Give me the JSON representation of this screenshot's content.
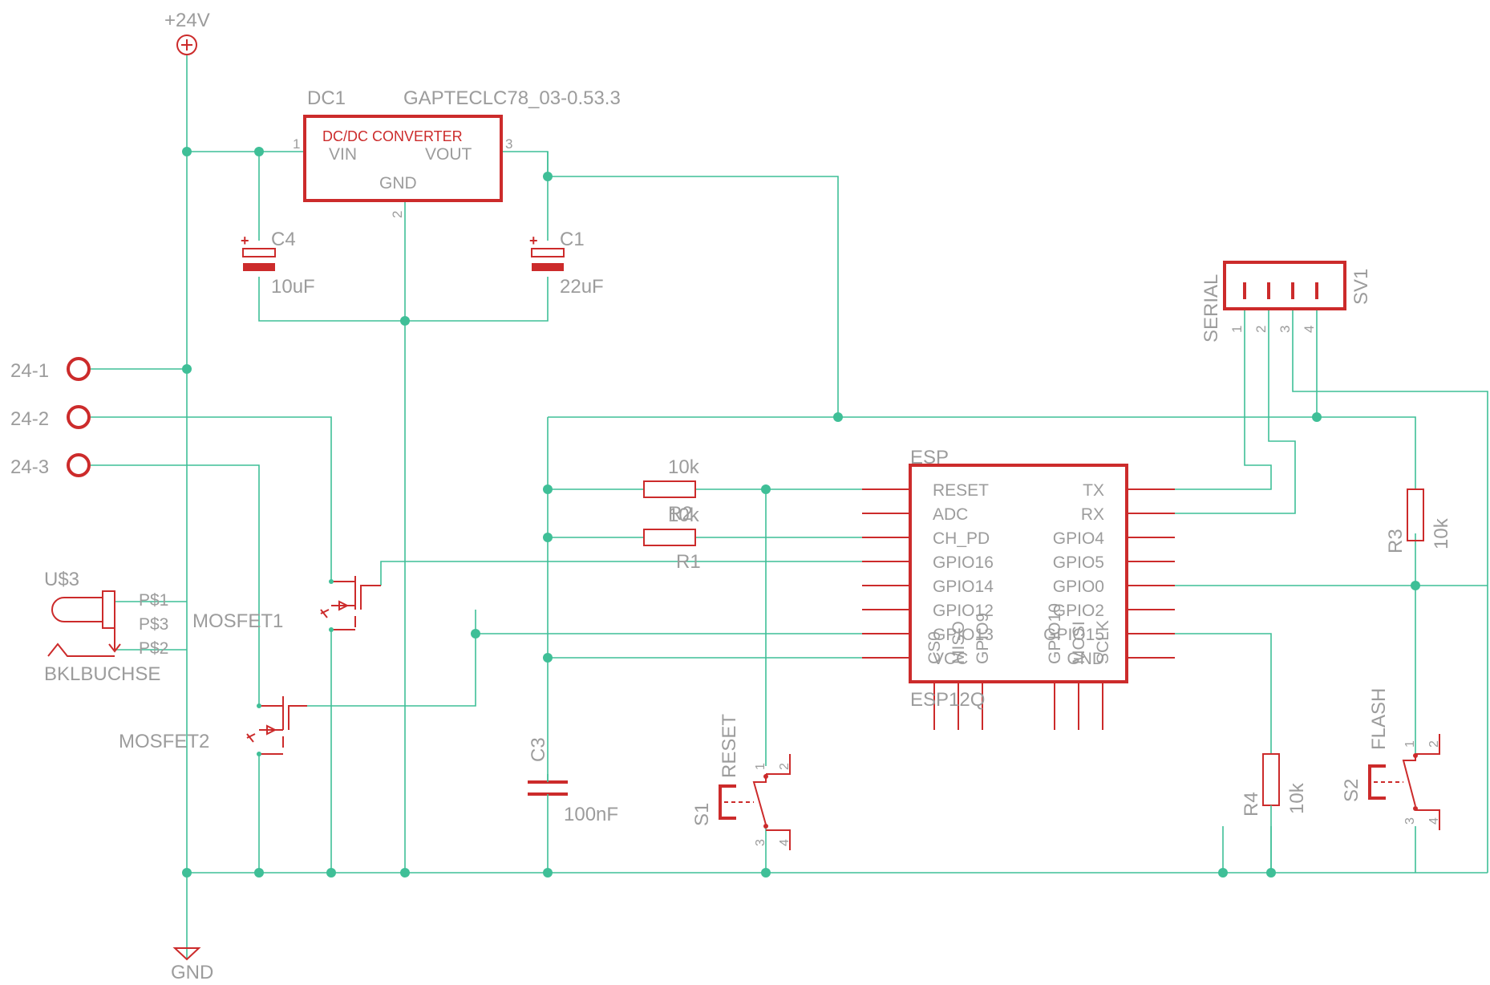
{
  "supply": {
    "label": "+24V",
    "symbol": "⊕"
  },
  "ground": {
    "label": "GND"
  },
  "inputs": [
    "24-1",
    "24-2",
    "24-3"
  ],
  "dcdc": {
    "ref": "DC1",
    "value": "GAPTECLC78_03-0.53.3",
    "title": "DC/DC CONVERTER",
    "pin_vin": "VIN",
    "pin_vout": "VOUT",
    "pin_gnd": "GND",
    "pin1": "1",
    "pin2": "2",
    "pin3": "3"
  },
  "c4": {
    "ref": "C4",
    "value": "10uF",
    "plus": "+"
  },
  "c1": {
    "ref": "C1",
    "value": "22uF",
    "plus": "+"
  },
  "c3": {
    "ref": "C3",
    "value": "100nF"
  },
  "r2": {
    "ref": "R2",
    "value": "10k"
  },
  "r1": {
    "ref": "R1",
    "value": "10k"
  },
  "r3": {
    "ref": "R3",
    "value": "10k"
  },
  "r4": {
    "ref": "R4",
    "value": "10k"
  },
  "u3": {
    "ref": "U$3",
    "value": "BKLBUCHSE",
    "p1": "P$1",
    "p3": "P$3",
    "p2": "P$2"
  },
  "mosfet1": {
    "ref": "MOSFET1"
  },
  "mosfet2": {
    "ref": "MOSFET2"
  },
  "sv1": {
    "ref": "SV1",
    "value": "SERIAL",
    "pins": [
      "1",
      "2",
      "3",
      "4"
    ]
  },
  "esp": {
    "ref": "ESP",
    "value": "ESP12Q",
    "left_pins": [
      "RESET",
      "ADC",
      "CH_PD",
      "GPIO16",
      "GPIO14",
      "GPIO12",
      "GPIO13",
      "VCC"
    ],
    "right_pins": [
      "TX",
      "RX",
      "GPIO4",
      "GPIO5",
      "GPIO0",
      "GPIO2",
      "GPIO15",
      "GND"
    ],
    "bottom_left_pins": [
      "CS0",
      "MISO",
      "GPIO9"
    ],
    "bottom_right_pins": [
      "GPIO10",
      "MOSI",
      "SCLK"
    ]
  },
  "s1": {
    "ref": "S1",
    "value": "RESET",
    "pins": [
      "1",
      "2",
      "3",
      "4"
    ]
  },
  "s2": {
    "ref": "S2",
    "value": "FLASH",
    "pins": [
      "1",
      "2",
      "3",
      "4"
    ]
  }
}
